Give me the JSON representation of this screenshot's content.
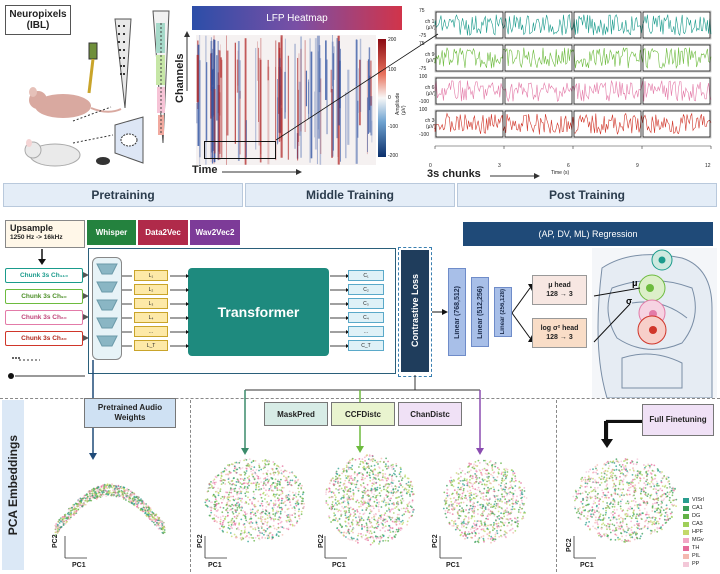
{
  "probe": {
    "title": "Neuropixels (IBL)"
  },
  "heatmap": {
    "title": "LFP Heatmap",
    "ylabel": "Channels",
    "xlabel": "Time",
    "colorbar_label": "Amplitude (µV)",
    "colorbar_ticks": [
      "200",
      "100",
      "0",
      "-100",
      "-200"
    ]
  },
  "traces": {
    "channels": [
      {
        "name": "ch 110",
        "unit": "(µV)",
        "ymax": "75",
        "ymin": "-75",
        "color": "#1a9b8c"
      },
      {
        "name": "ch 90",
        "unit": "(µV)",
        "ymax": "75",
        "ymin": "-75",
        "color": "#6dbb3e"
      },
      {
        "name": "ch 60",
        "unit": "(µV)",
        "ymax": "100",
        "ymin": "-100",
        "color": "#e37ba8"
      },
      {
        "name": "ch 30",
        "unit": "(µV)",
        "ymax": "100",
        "ymin": "-100",
        "color": "#d0362a"
      }
    ],
    "xticks": [
      "0",
      "3",
      "6",
      "9",
      "12"
    ],
    "xlabel": "Time (s)",
    "chunks_label": "3s chunks"
  },
  "stages": {
    "pretraining": "Pretraining",
    "middle": "Middle Training",
    "post": "Post Training"
  },
  "upsample": {
    "title": "Upsample",
    "subtitle": "1250 Hz -> 16kHz"
  },
  "models": [
    {
      "label": "Whisper",
      "color": "#24823e"
    },
    {
      "label": "Data2Vec",
      "color": "#b02a4a"
    },
    {
      "label": "Wav2Vec2",
      "color": "#7d3b98"
    }
  ],
  "chunks": [
    {
      "label": "Chunk 3s Ch₁₁₀",
      "color": "#1a9b8c"
    },
    {
      "label": "Chunk 3s Ch₉₀",
      "color": "#6dbb3e"
    },
    {
      "label": "Chunk 3s Ch₆₀",
      "color": "#e37ba8"
    },
    {
      "label": "Chunk 3s Ch₃₀",
      "color": "#d0362a"
    }
  ],
  "latents": [
    "L₁",
    "L₂",
    "L₃",
    "L₄",
    "...",
    "L_T"
  ],
  "contexts": [
    "C₁",
    "C₂",
    "C₃",
    "C₄",
    "...",
    "C_T"
  ],
  "transformer": {
    "label": "Transformer"
  },
  "contrastive": {
    "label": "Contrastive Loss"
  },
  "regression": {
    "title": "(AP, DV, ML) Regression",
    "linears": [
      "Linear (768,512)",
      "Linear (512,256)",
      "Linear (256,128)"
    ],
    "mu_head": {
      "title": "μ head",
      "dims": "128 → 3"
    },
    "sigma_head": {
      "title": "log σ² head",
      "dims": "128 → 3"
    },
    "mu_symbol": "μ",
    "sigma_symbol": "σ"
  },
  "pca": {
    "side_title": "PCA Embeddings",
    "pretrained": "Pretrained Audio Weights",
    "maskpred": "MaskPred",
    "ccfdistc": "CCFDistc",
    "chandistc": "ChanDistc",
    "full": "Full Finetuning",
    "pc1": "PC1",
    "pc2": "PC2"
  },
  "legend": [
    {
      "label": "VISrl",
      "color": "#2a9d8f"
    },
    {
      "label": "CA1",
      "color": "#3a9d5a"
    },
    {
      "label": "DG",
      "color": "#62b246"
    },
    {
      "label": "CA3",
      "color": "#9fcf5a"
    },
    {
      "label": "HPF",
      "color": "#c4d96a"
    },
    {
      "label": "MGv",
      "color": "#f2a7c6"
    },
    {
      "label": "TH",
      "color": "#e56b9a"
    },
    {
      "label": "PIL",
      "color": "#f4b8b0"
    },
    {
      "label": "PP",
      "color": "#f3c8d8"
    }
  ]
}
